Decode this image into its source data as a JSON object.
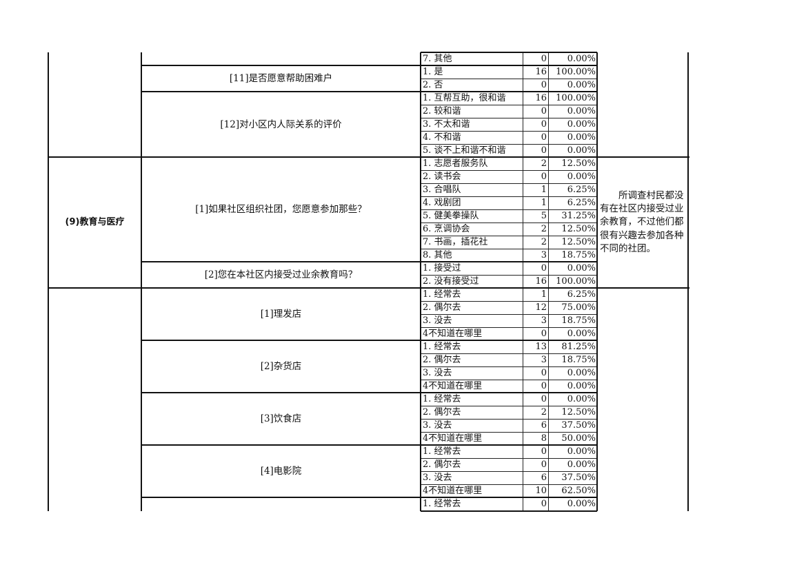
{
  "sections": [
    {
      "label": "",
      "note": "",
      "groups": [
        {
          "question": "",
          "options": [
            {
              "label": "7. 其他",
              "count": "0",
              "percent": "0.00%"
            }
          ]
        },
        {
          "question": "[11]是否愿意帮助困难户",
          "options": [
            {
              "label": "1. 是",
              "count": "16",
              "percent": "100.00%"
            },
            {
              "label": "2. 否",
              "count": "0",
              "percent": "0.00%"
            }
          ]
        },
        {
          "question": "[12]对小区内人际关系的评价",
          "options": [
            {
              "label": "1. 互帮互助，很和谐",
              "count": "16",
              "percent": "100.00%"
            },
            {
              "label": "2. 较和谐",
              "count": "0",
              "percent": "0.00%"
            },
            {
              "label": "3. 不太和谐",
              "count": "0",
              "percent": "0.00%"
            },
            {
              "label": "4. 不和谐",
              "count": "0",
              "percent": "0.00%"
            },
            {
              "label": "5. 谈不上和谐不和谐",
              "count": "0",
              "percent": "0.00%"
            }
          ]
        }
      ]
    },
    {
      "label": "(9)教育与医疗",
      "note": "所调查村民都没有在社区内接受过业余教育，不过他们都很有兴趣去参加各种不同的社团。",
      "groups": [
        {
          "question": "[1]如果社区组织社团，您愿意参加那些？",
          "options": [
            {
              "label": "1. 志愿者服务队",
              "count": "2",
              "percent": "12.50%"
            },
            {
              "label": "2. 读书会",
              "count": "0",
              "percent": "0.00%"
            },
            {
              "label": "3. 合唱队",
              "count": "1",
              "percent": "6.25%"
            },
            {
              "label": "4. 戏剧团",
              "count": "1",
              "percent": "6.25%"
            },
            {
              "label": "5. 健美拳操队",
              "count": "5",
              "percent": "31.25%"
            },
            {
              "label": "6. 烹调协会",
              "count": "2",
              "percent": "12.50%"
            },
            {
              "label": "7. 书画，插花社",
              "count": "2",
              "percent": "12.50%"
            },
            {
              "label": "8. 其他",
              "count": "3",
              "percent": "18.75%"
            }
          ]
        },
        {
          "question": "[2]您在本社区内接受过业余教育吗？",
          "options": [
            {
              "label": "1. 接受过",
              "count": "0",
              "percent": "0.00%"
            },
            {
              "label": "2. 没有接受过",
              "count": "16",
              "percent": "100.00%"
            }
          ]
        }
      ]
    },
    {
      "label": "",
      "note": "",
      "groups": [
        {
          "question": "[1]理发店",
          "options": [
            {
              "label": "1. 经常去",
              "count": "1",
              "percent": "6.25%"
            },
            {
              "label": "2. 偶尔去",
              "count": "12",
              "percent": "75.00%"
            },
            {
              "label": "3. 没去",
              "count": "3",
              "percent": "18.75%"
            },
            {
              "label": "4不知道在哪里",
              "count": "0",
              "percent": "0.00%"
            }
          ]
        },
        {
          "question": "[2]杂货店",
          "options": [
            {
              "label": "1. 经常去",
              "count": "13",
              "percent": "81.25%"
            },
            {
              "label": "2. 偶尔去",
              "count": "3",
              "percent": "18.75%"
            },
            {
              "label": "3. 没去",
              "count": "0",
              "percent": "0.00%"
            },
            {
              "label": "4不知道在哪里",
              "count": "0",
              "percent": "0.00%"
            }
          ]
        },
        {
          "question": "[3]饮食店",
          "options": [
            {
              "label": "1. 经常去",
              "count": "0",
              "percent": "0.00%"
            },
            {
              "label": "2. 偶尔去",
              "count": "2",
              "percent": "12.50%"
            },
            {
              "label": "3. 没去",
              "count": "6",
              "percent": "37.50%"
            },
            {
              "label": "4不知道在哪里",
              "count": "8",
              "percent": "50.00%"
            }
          ]
        },
        {
          "question": "[4]电影院",
          "options": [
            {
              "label": "1. 经常去",
              "count": "0",
              "percent": "0.00%"
            },
            {
              "label": "2. 偶尔去",
              "count": "0",
              "percent": "0.00%"
            },
            {
              "label": "3. 没去",
              "count": "6",
              "percent": "37.50%"
            },
            {
              "label": "4不知道在哪里",
              "count": "10",
              "percent": "62.50%"
            }
          ]
        },
        {
          "question": "",
          "options": [
            {
              "label": "1. 经常去",
              "count": "0",
              "percent": "0.00%"
            }
          ]
        }
      ]
    }
  ]
}
